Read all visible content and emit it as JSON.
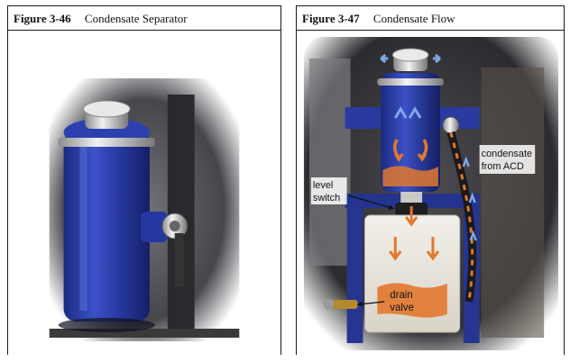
{
  "figures": [
    {
      "number": "Figure 3-46",
      "title": "Condensate Separator"
    },
    {
      "number": "Figure 3-47",
      "title": "Condensate Flow",
      "labels": {
        "condensate_line1": "condensate",
        "condensate_line2": "from ACD",
        "level_line1": "level",
        "level_line2": "switch",
        "drain_line1": "drain",
        "drain_line2": "valve"
      }
    }
  ],
  "colors": {
    "tank_blue": "#2b3ea8",
    "flow_orange": "#e2782e",
    "vapor_blue": "#7fa8e8"
  }
}
